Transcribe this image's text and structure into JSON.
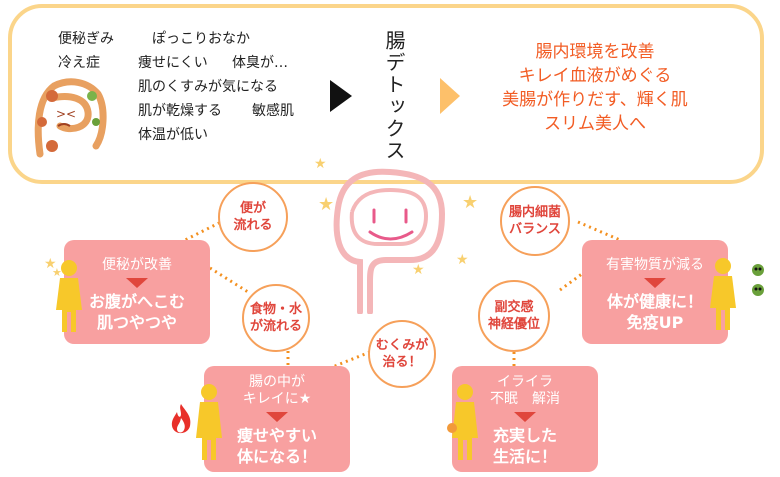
{
  "symptoms": {
    "row1": [
      "便秘ぎみ",
      "ぽっこりおなか"
    ],
    "row2": [
      "冷え症",
      "痩せにくい",
      "体臭が…"
    ],
    "row3": "肌のくすみが気になる",
    "row4": [
      "肌が乾燥する",
      "敏感肌"
    ],
    "row5": "体温が低い"
  },
  "center_title": "腸デトックス",
  "benefits": [
    "腸内環境を改善",
    "キレイ血液がめぐる",
    "美腸が作りだす、輝く肌",
    "スリム美人へ"
  ],
  "circles": {
    "c1": [
      "便が",
      "流れる"
    ],
    "c2": [
      "食物・水",
      "が流れる"
    ],
    "c3": [
      "むくみが",
      "治る！"
    ],
    "c4": [
      "腸内細菌",
      "バランス"
    ],
    "c5": [
      "副交感",
      "神経優位"
    ]
  },
  "boxes": {
    "b1": {
      "title": "便秘が改善",
      "main": [
        "お腹がへこむ",
        "肌つやつや"
      ]
    },
    "b2": {
      "title": [
        "腸の中が",
        "キレイに★"
      ],
      "main": [
        "痩せやすい",
        "体になる！"
      ]
    },
    "b3": {
      "title": "有害物質が減る",
      "main": [
        "体が健康に！",
        "免疫UP"
      ]
    },
    "b4": {
      "title": [
        "イライラ",
        "不眠　解消"
      ],
      "main": [
        "充実した",
        "生活に！"
      ]
    }
  },
  "colors": {
    "frame": "#fbd58a",
    "benefit_text": "#f25c24",
    "pink_box": "#f8a0a0",
    "accent_red": "#e0463c",
    "figure": "#f7c82a",
    "dots": "#f39020"
  }
}
